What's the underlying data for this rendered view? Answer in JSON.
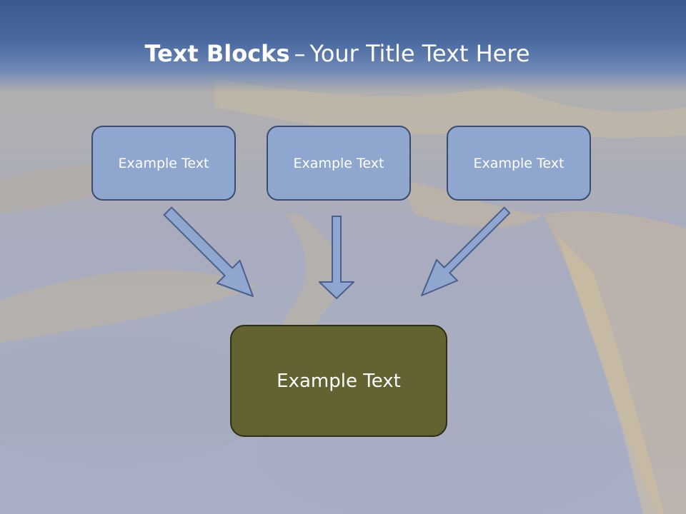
{
  "slide": {
    "title_bold": "Text Blocks",
    "title_separator": "–",
    "title_rest": "Your Title Text Here",
    "boxes": [
      {
        "label": "Example Text"
      },
      {
        "label": "Example Text"
      },
      {
        "label": "Example Text"
      }
    ],
    "main_box": {
      "label": "Example Text"
    }
  }
}
